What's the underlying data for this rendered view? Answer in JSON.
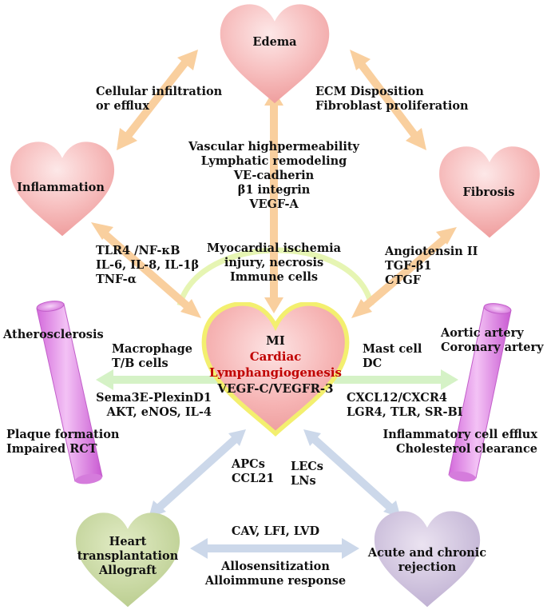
{
  "nodes": {
    "edema": "Edema",
    "inflammation": "Inflammation",
    "fibrosis": "Fibrosis",
    "center": [
      "MI",
      "Cardiac",
      "Lymphangiogenesis",
      "VEGF-C/VEGFR-3"
    ],
    "heart_transplant": [
      "Heart",
      "transplantation",
      "Allograft"
    ],
    "rejection": [
      "Acute and chronic",
      "rejection"
    ]
  },
  "vessels": {
    "left_title": "Atherosclerosis",
    "left_bottom": [
      "Plaque formation",
      "Impaired RCT"
    ],
    "right_title": [
      "Aortic artery",
      "Coronary artery"
    ],
    "right_bottom": [
      "Inflammatory cell efflux",
      "Cholesterol clearance"
    ]
  },
  "labels": {
    "cellular_infiltration": [
      "Cellular infiltration",
      "or efflux"
    ],
    "ecm": [
      "ECM Disposition",
      "Fibroblast proliferation"
    ],
    "vascular": [
      "Vascular highpermeability",
      "Lymphatic remodeling",
      "VE-cadherin",
      "β1 integrin",
      "VEGF-A"
    ],
    "tlr4": [
      "TLR4 /NF-κB",
      "IL-6, IL-8, IL-1β",
      "TNF-α"
    ],
    "ischemia": [
      "Myocardial ischemia",
      "injury, necrosis",
      "Immune cells"
    ],
    "angiotensin": [
      "Angiotensin II",
      "TGF-β1",
      "CTGF"
    ],
    "macrophage": [
      "Macrophage",
      "T/B cells"
    ],
    "sema": [
      "Sema3E-PlexinD1",
      "AKT, eNOS, IL-4"
    ],
    "mast": [
      "Mast cell",
      "DC"
    ],
    "cxcl": [
      "CXCL12/CXCR4",
      "LGR4, TLR, SR-BI"
    ],
    "apcs": [
      "APCs",
      "CCL21"
    ],
    "lecs": [
      "LECs",
      "LNs"
    ],
    "cav": "CAV, LFI, LVD",
    "allo": [
      "Allosensitization",
      "Alloimmune response"
    ]
  },
  "colors": {
    "heart_fill": "#f7b7b7",
    "heart_highlight": "#fde6e6",
    "center_border": "#f3ef6f",
    "orange_arrow": "#f9ce9a",
    "blue_arrow": "#c9d6e8",
    "green_arrow": "#d3f2c2",
    "arc": "#e8f7b8",
    "vessel": "#e586ea",
    "transplant_heart": "#c8d7a3",
    "rejection_heart": "#cfc2dd",
    "center_red_text": "#c00000"
  }
}
